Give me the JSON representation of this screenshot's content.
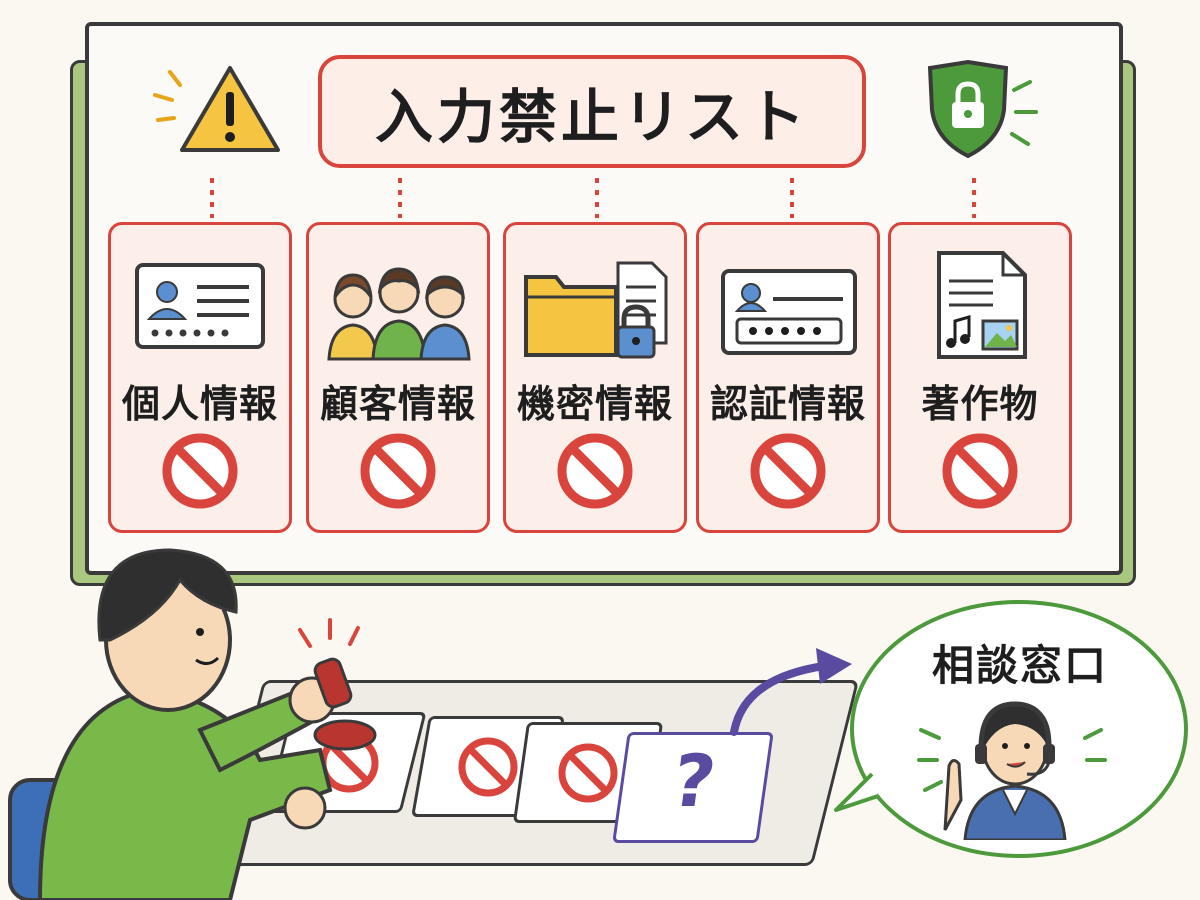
{
  "title": "入力禁止リスト",
  "categories": [
    {
      "label": "個人情報",
      "icon": "id-card-icon"
    },
    {
      "label": "顧客情報",
      "icon": "customers-icon"
    },
    {
      "label": "機密情報",
      "icon": "locked-folder-icon"
    },
    {
      "label": "認証情報",
      "icon": "password-card-icon"
    },
    {
      "label": "著作物",
      "icon": "media-document-icon"
    }
  ],
  "consult": {
    "label": "相談窓口",
    "icon": "operator-icon"
  },
  "question_mark": "?",
  "colors": {
    "accent_red": "#d9453d",
    "board_green": "#a9c77f",
    "bubble_green": "#4c9a3b",
    "question_purple": "#5a4aa0"
  }
}
